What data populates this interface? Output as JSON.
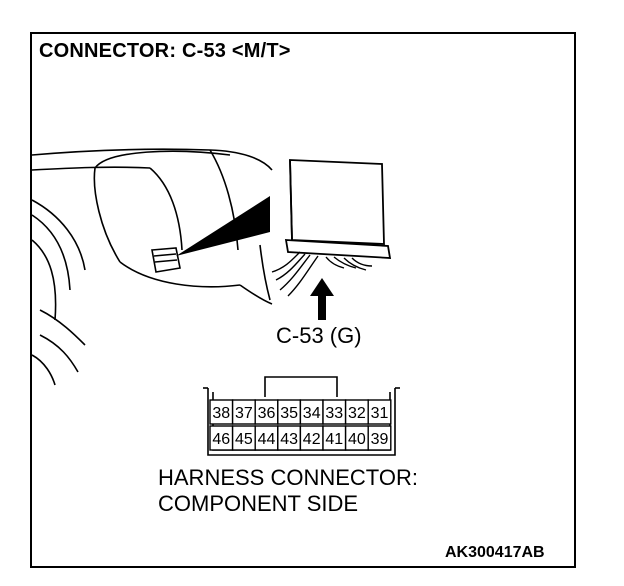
{
  "title": "CONNECTOR: C-53 <M/T>",
  "connector_label": "C-53 (G)",
  "view_label": {
    "line1": "HARNESS CONNECTOR:",
    "line2": "COMPONENT SIDE"
  },
  "figure_code": "AK300417AB",
  "pins": {
    "top_row": [
      "38",
      "37",
      "36",
      "35",
      "34",
      "33",
      "32",
      "31"
    ],
    "bottom_row": [
      "46",
      "45",
      "44",
      "43",
      "42",
      "41",
      "40",
      "39"
    ]
  }
}
